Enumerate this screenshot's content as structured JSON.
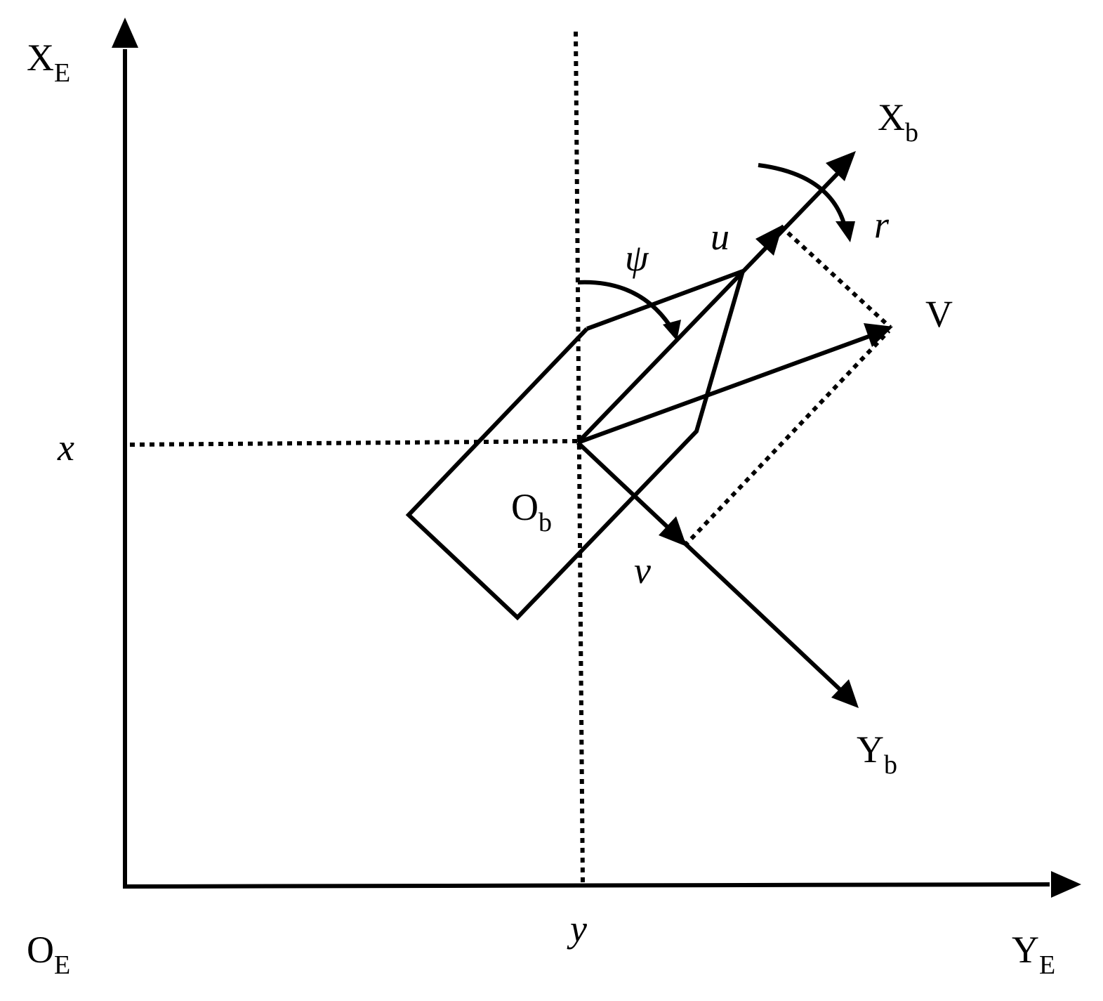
{
  "labels": {
    "earth_x_axis": {
      "main": "X",
      "sub": "E"
    },
    "earth_y_axis": {
      "main": "Y",
      "sub": "E"
    },
    "earth_origin": {
      "main": "O",
      "sub": "E"
    },
    "body_x_axis": {
      "main": "X",
      "sub": "b"
    },
    "body_y_axis": {
      "main": "Y",
      "sub": "b"
    },
    "body_origin": {
      "main": "O",
      "sub": "b"
    },
    "x_coordinate": "x",
    "y_coordinate": "y",
    "heading_angle": "ψ",
    "surge_velocity": "u",
    "sway_velocity": "v",
    "yaw_rate": "r",
    "total_velocity": "V"
  },
  "colors": {
    "ink": "#000000",
    "background": "#ffffff"
  }
}
